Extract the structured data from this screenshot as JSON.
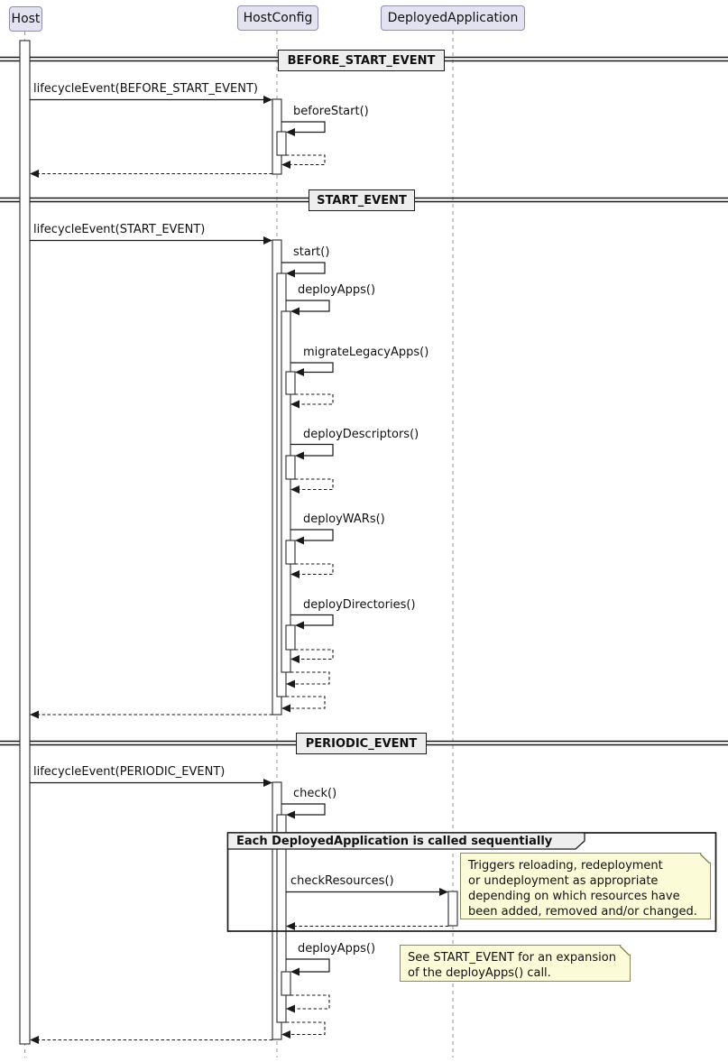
{
  "participants": [
    {
      "name": "Host"
    },
    {
      "name": "HostConfig"
    },
    {
      "name": "DeployedApplication"
    }
  ],
  "dividers": [
    {
      "label": "BEFORE_START_EVENT"
    },
    {
      "label": "START_EVENT"
    },
    {
      "label": "PERIODIC_EVENT"
    }
  ],
  "messages": {
    "lifecycle_before_start": "lifecycleEvent(BEFORE_START_EVENT)",
    "before_start": "beforeStart()",
    "lifecycle_start": "lifecycleEvent(START_EVENT)",
    "start": "start()",
    "deploy_apps": "deployApps()",
    "migrate_legacy_apps": "migrateLegacyApps()",
    "deploy_descriptors": "deployDescriptors()",
    "deploy_wars": "deployWARs()",
    "deploy_directories": "deployDirectories()",
    "lifecycle_periodic": "lifecycleEvent(PERIODIC_EVENT)",
    "check": "check()",
    "check_resources": "checkResources()",
    "deploy_apps_periodic": "deployApps()"
  },
  "group": {
    "title": "Each DeployedApplication is called sequentially"
  },
  "notes": {
    "check_resources_note": {
      "lines": [
        "Triggers reloading, redeployment",
        "or undeployment as appropriate",
        "depending on which resources have",
        "been added, removed and/or changed."
      ]
    },
    "deploy_apps_note": {
      "lines": [
        "See START_EVENT for an expansion",
        "of the deployApps() call."
      ]
    }
  },
  "colors": {
    "participant_fill": "#E2E2F0",
    "participant_border": "#8F8FAD",
    "divider_fill": "#EEEEEE",
    "note_fill": "#FBFBD7",
    "note_border": "#888866",
    "line": "#1A1A1A",
    "lifeline": "#999999",
    "activation_fill": "#FDFDFD"
  }
}
